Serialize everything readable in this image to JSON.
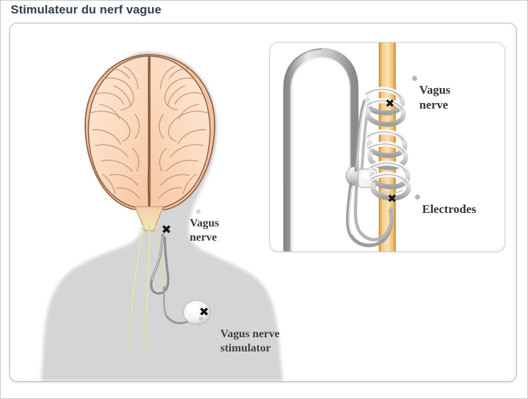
{
  "page": {
    "title": "Stimulateur du nerf vague",
    "language": "fr",
    "title_color": "#2f3c52",
    "background_color": "#ffffff",
    "panel_border_color": "#b7b7b7"
  },
  "figure": {
    "kind": "medical-illustration",
    "description": "Vagus nerve stimulator implanted in the chest with lead wires running to the vagus nerve in the neck, with an inset detail of the helical electrodes wrapped around the nerve.",
    "colors": {
      "body_silhouette": "#d5d5d7",
      "head_silhouette": "#c9cdd4",
      "brain_fill": "#fadcc4",
      "brain_outline": "#8a5a3c",
      "nerve_yellow": "#e3e0a8",
      "nerve_orange": "#f0b95f",
      "lead_wire_gray": "#9a9a9a",
      "electrode_coil": "#d8d8d8",
      "device_white": "#fbfbfb",
      "marker_black": "#151515",
      "label_text": "#3a3a3a"
    },
    "labels": [
      {
        "id": "vagus-nerve-main",
        "text": "Vagus\nnerve",
        "scope": "main",
        "marker": "x"
      },
      {
        "id": "vagus-nerve-stimulator",
        "text": "Vagus nerve\nstimulator",
        "scope": "main",
        "marker": "x"
      },
      {
        "id": "vagus-nerve-inset",
        "text": "Vagus\nnerve",
        "scope": "inset",
        "marker": "x"
      },
      {
        "id": "electrodes-inset",
        "text": "Electrodes",
        "scope": "inset",
        "marker": "x"
      }
    ],
    "markers": {
      "glyph": "✖",
      "count": 4
    },
    "inset": {
      "title": "",
      "description": "Close-up of three helical platinum electrode coils spiralling around the orange vagus nerve, with the silver lead wire looping beside it.",
      "coil_count": 3
    }
  }
}
